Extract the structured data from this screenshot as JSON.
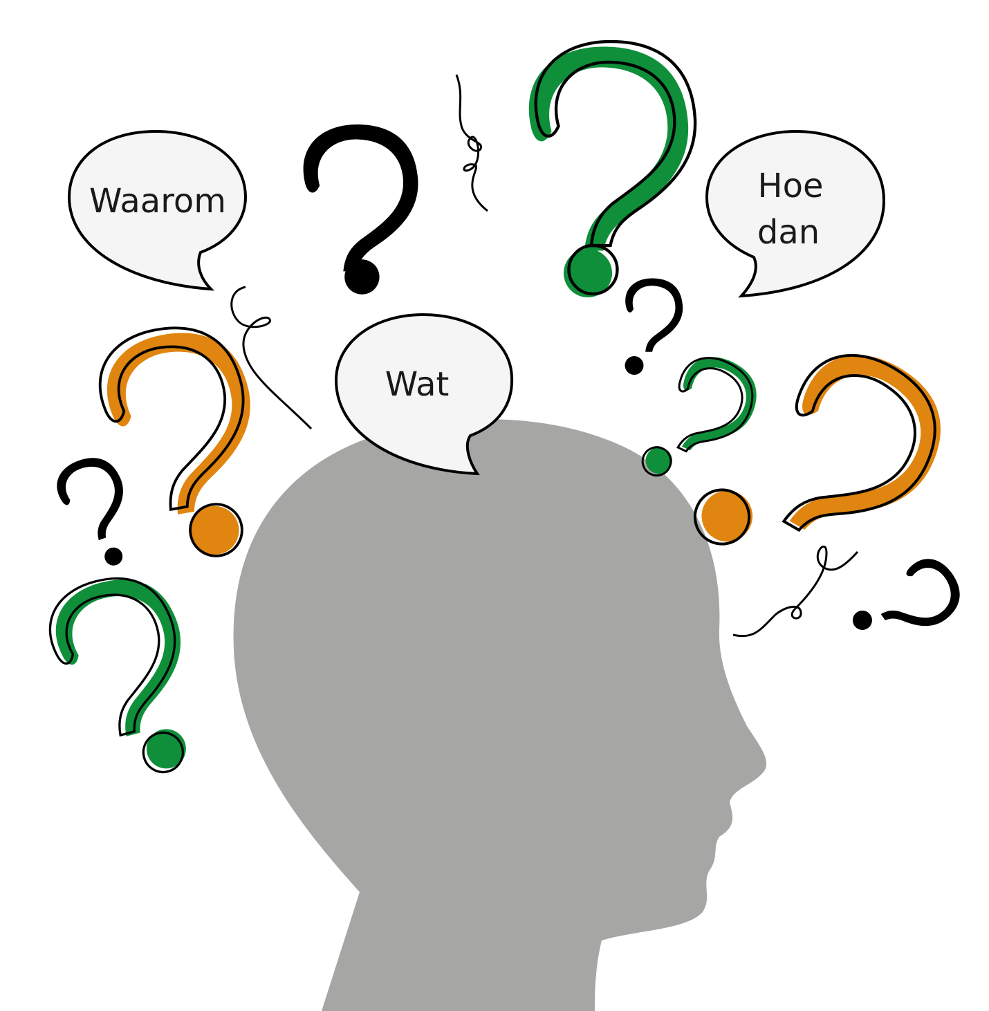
{
  "bubbles": {
    "waarom": "Waarom",
    "wat": "Wat",
    "hoe_line1": "Hoe",
    "hoe_line2": "dan"
  },
  "colors": {
    "head": "#a6a6a5",
    "green": "#0f8f3a",
    "orange": "#e0850f",
    "black": "#000000",
    "bubble_fill": "#f5f5f5",
    "outline": "#000000"
  },
  "icons": [
    "question-mark-icon",
    "speech-bubble-icon",
    "squiggle-icon",
    "head-silhouette-icon"
  ]
}
